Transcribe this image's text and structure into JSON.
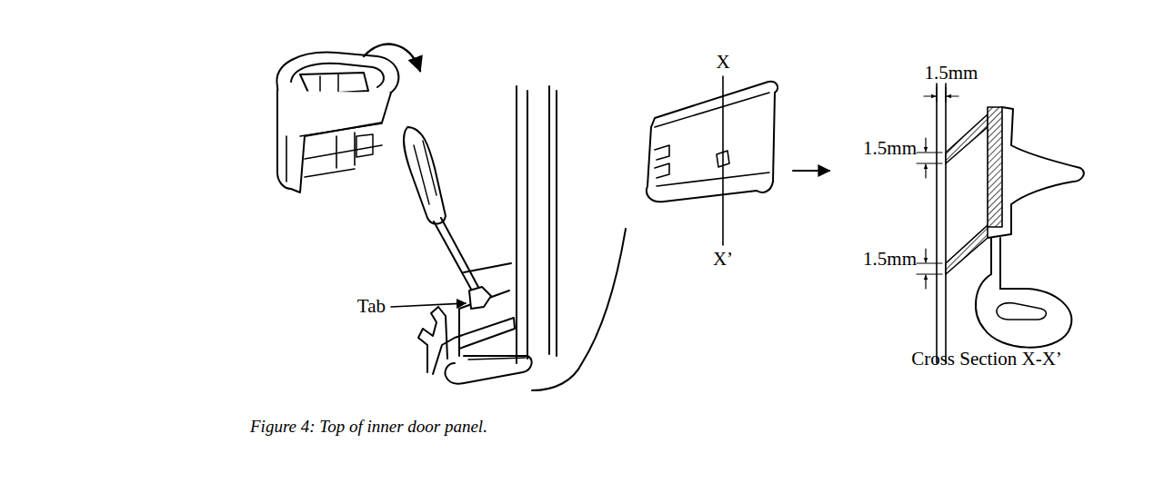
{
  "diagram": {
    "caption": "Figure 4: Top of inner door panel.",
    "labels": [
      "X",
      "1.5mm",
      "1.5mm",
      "X’",
      "1.5mm",
      "Tab",
      "Cross Section X-X’"
    ]
  }
}
